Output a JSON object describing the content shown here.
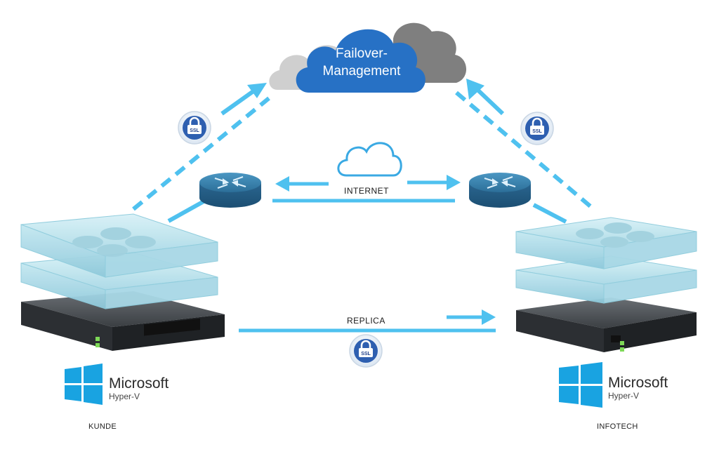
{
  "cloud": {
    "line1": "Failover-",
    "line2": "Management"
  },
  "links": {
    "internet": "INTERNET",
    "replica": "REPLICA"
  },
  "security_badges": {
    "text": "SSL"
  },
  "sites": {
    "left": {
      "vendor": "Microsoft",
      "product": "Hyper-V",
      "label": "KUNDE"
    },
    "right": {
      "vendor": "Microsoft",
      "product": "Hyper-V",
      "label": "INFOTECH"
    }
  },
  "icons": {
    "cloud": "cloud-icon",
    "router": "router-icon",
    "server": "server-icon",
    "lock": "lock-icon",
    "windows": "windows-logo-icon"
  },
  "colors": {
    "arrow": "#4fc1ef",
    "cloud_blue": "#2771c5",
    "cloud_gray": "#8c8c8c",
    "router": "#2f78a3",
    "server_glass": "#b9e2ec",
    "windows_blue": "#19a3e1"
  }
}
